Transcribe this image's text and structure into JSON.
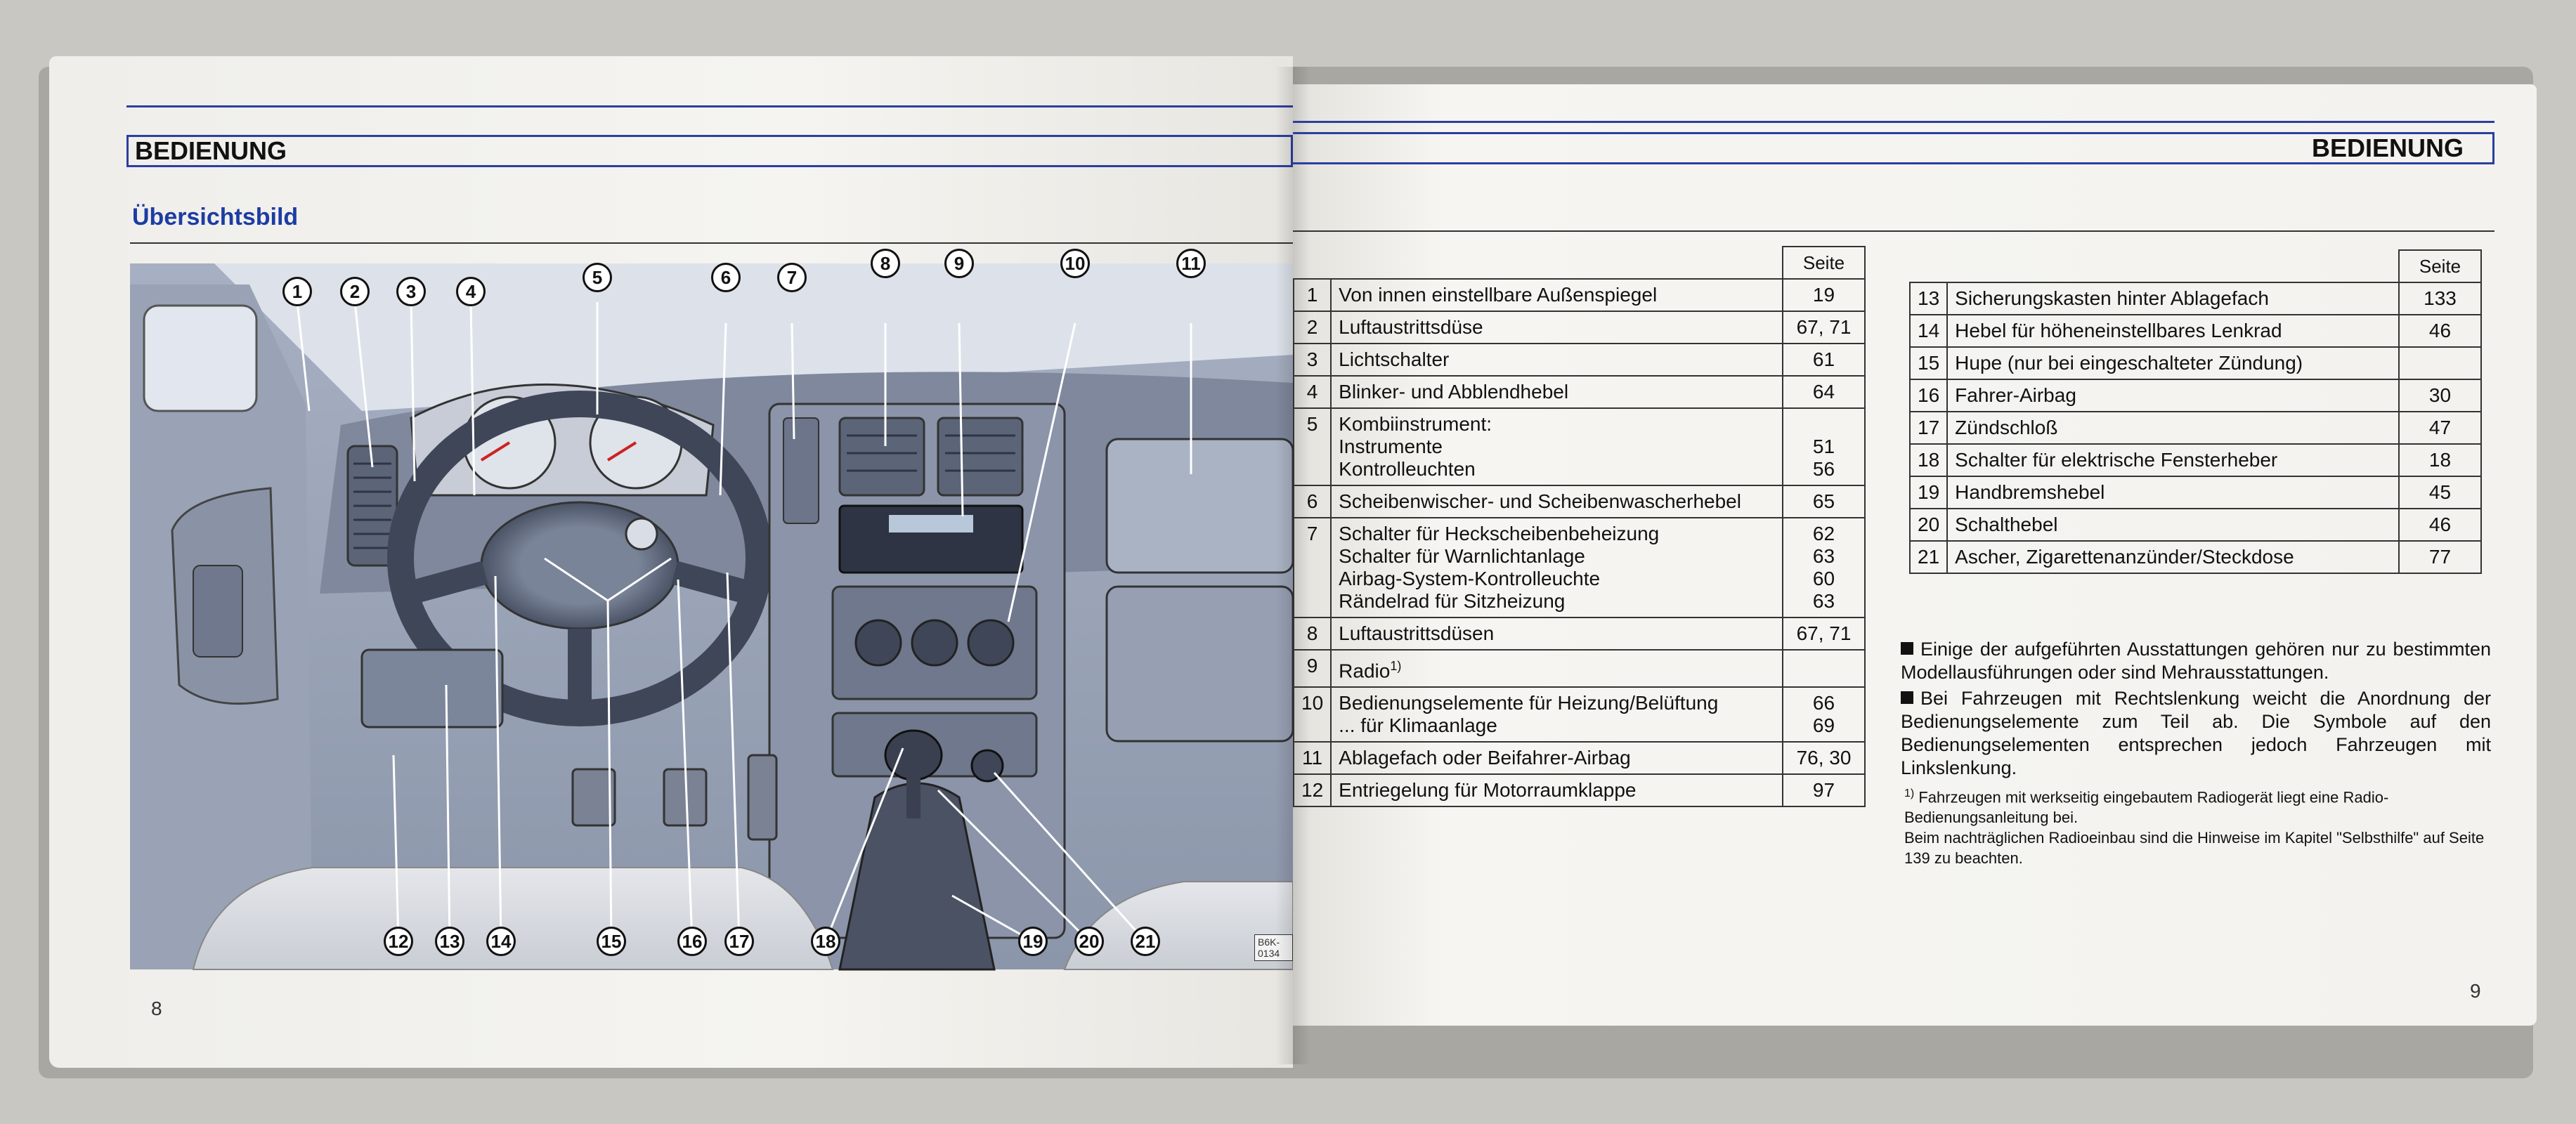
{
  "left_page": {
    "header": "BEDIENUNG",
    "section_title": "Übersichtsbild",
    "page_number": "8",
    "illustration_code": "B6K-0134",
    "callouts": [
      "1",
      "2",
      "3",
      "4",
      "5",
      "6",
      "7",
      "8",
      "9",
      "10",
      "11",
      "12",
      "13",
      "14",
      "15",
      "16",
      "17",
      "18",
      "19",
      "20",
      "21"
    ]
  },
  "right_page": {
    "header": "BEDIENUNG",
    "page_number": "9",
    "table_header": "Seite",
    "left_table": [
      {
        "num": "1",
        "label": [
          "Von innen einstellbare Außenspiegel"
        ],
        "pages": [
          "19"
        ]
      },
      {
        "num": "2",
        "label": [
          "Luftaustrittsdüse"
        ],
        "pages": [
          "67, 71"
        ]
      },
      {
        "num": "3",
        "label": [
          "Lichtschalter"
        ],
        "pages": [
          "61"
        ]
      },
      {
        "num": "4",
        "label": [
          "Blinker- und Abblendhebel"
        ],
        "pages": [
          "64"
        ]
      },
      {
        "num": "5",
        "label": [
          "Kombiinstrument:",
          "Instrumente",
          "Kontrolleuchten"
        ],
        "pages": [
          "",
          "51",
          "56"
        ]
      },
      {
        "num": "6",
        "label": [
          "Scheibenwischer- und Scheibenwascherhebel"
        ],
        "pages": [
          "65"
        ]
      },
      {
        "num": "7",
        "label": [
          "Schalter für Heckscheibenbeheizung",
          "Schalter für Warnlichtanlage",
          "Airbag-System-Kontrolleuchte",
          "Rändelrad für Sitzheizung"
        ],
        "pages": [
          "62",
          "63",
          "60",
          "63"
        ]
      },
      {
        "num": "8",
        "label": [
          "Luftaustrittsdüsen"
        ],
        "pages": [
          "67, 71"
        ]
      },
      {
        "num": "9",
        "label": [
          "Radio"
        ],
        "sup": "1)",
        "pages": [
          ""
        ]
      },
      {
        "num": "10",
        "label": [
          "Bedienungselemente für Heizung/Belüftung",
          "... für Klimaanlage"
        ],
        "pages": [
          "66",
          "69"
        ]
      },
      {
        "num": "11",
        "label": [
          "Ablagefach oder Beifahrer-Airbag"
        ],
        "pages": [
          "76, 30"
        ]
      },
      {
        "num": "12",
        "label": [
          "Entriegelung für Motorraumklappe"
        ],
        "pages": [
          "97"
        ]
      }
    ],
    "right_table": [
      {
        "num": "13",
        "label": "Sicherungskasten hinter Ablagefach",
        "page": "133"
      },
      {
        "num": "14",
        "label": "Hebel für höheneinstellbares Lenkrad",
        "page": "46"
      },
      {
        "num": "15",
        "label": "Hupe (nur bei eingeschalteter Zündung)",
        "page": ""
      },
      {
        "num": "16",
        "label": "Fahrer-Airbag",
        "page": "30"
      },
      {
        "num": "17",
        "label": "Zündschloß",
        "page": "47"
      },
      {
        "num": "18",
        "label": "Schalter für elektrische Fensterheber",
        "page": "18"
      },
      {
        "num": "19",
        "label": "Handbremshebel",
        "page": "45"
      },
      {
        "num": "20",
        "label": "Schalthebel",
        "page": "46"
      },
      {
        "num": "21",
        "label": "Ascher, Zigarettenanzünder/Steckdose",
        "page": "77"
      }
    ],
    "notes": [
      "Einige der aufgeführten Ausstattungen gehören nur zu bestimmten Modellausführungen oder sind Mehrausstattungen.",
      "Bei Fahrzeugen mit Rechtslenkung weicht die Anordnung der Bedienungselemente zum Teil ab. Die Symbole auf den Bedienungselementen entsprechen jedoch Fahrzeugen mit Linkslenkung."
    ],
    "footnote_marker": "1)",
    "footnote_lines": [
      "Fahrzeugen mit werkseitig eingebautem Radiogerät liegt eine Radio-Bedienungsanleitung bei.",
      "Beim nachträglichen Radioeinbau sind die Hinweise im Kapitel \"Selbsthilfe\" auf Seite 139 zu beachten."
    ]
  }
}
